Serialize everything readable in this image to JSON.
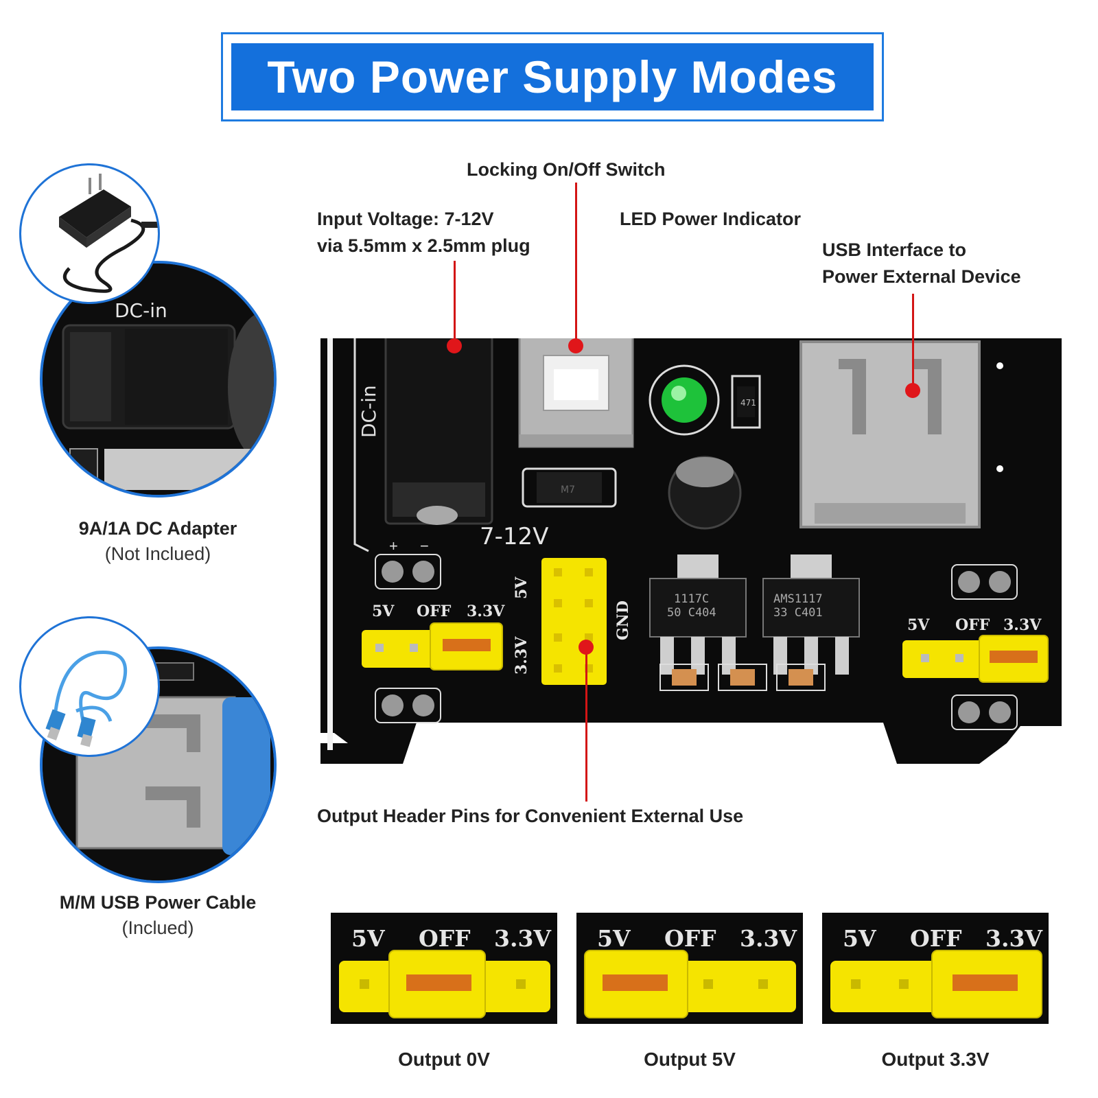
{
  "title": "Two Power Supply Modes",
  "callouts": {
    "switch": "Locking On/Off Switch",
    "input_line1": "Input Voltage: 7-12V",
    "input_line2": "via 5.5mm x 2.5mm plug",
    "led": "LED Power Indicator",
    "usb_line1": "USB Interface to",
    "usb_line2": "Power External Device",
    "header_pins": "Output Header Pins for Convenient External Use"
  },
  "left": {
    "adapter_title": "9A/1A DC Adapter",
    "adapter_note": "(Not Inclued)",
    "cable_title": "M/M USB Power Cable",
    "cable_note": "(Inclued)",
    "dc_in_label": "DC-in"
  },
  "board": {
    "dc_in": "DC-in",
    "voltage": "7-12V",
    "plus": "+",
    "minus": "−",
    "j_5v": "5V",
    "j_off": "OFF",
    "j_33v": "3.3V",
    "h_5v": "5V",
    "h_33v": "3.3V",
    "gnd": "GND",
    "reg1_line1": "1117C",
    "reg1_line2": "50 C404",
    "reg2_line1": "AMS1117",
    "reg2_line2": "33  C401",
    "diode": "M7",
    "res": "471"
  },
  "modes": [
    {
      "label_5v": "5V",
      "label_off": "OFF",
      "label_33v": "3.3V",
      "caption": "Output 0V",
      "jumper": "off"
    },
    {
      "label_5v": "5V",
      "label_off": "OFF",
      "label_33v": "3.3V",
      "caption": "Output 5V",
      "jumper": "5v"
    },
    {
      "label_5v": "5V",
      "label_off": "OFF",
      "label_33v": "3.3V",
      "caption": "Output 3.3V",
      "jumper": "3.3v"
    }
  ],
  "colors": {
    "accent_blue": "#1470dc",
    "callout_red": "#e0161a",
    "jumper_yellow": "#f5e400",
    "board_black": "#0b0b0b"
  }
}
